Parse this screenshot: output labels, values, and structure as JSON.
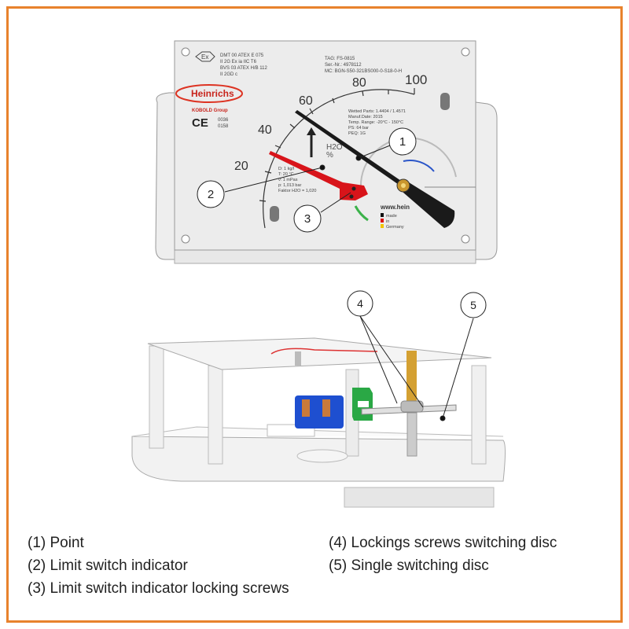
{
  "dial": {
    "approval_lines": [
      "DMT 00 ATEX E 075",
      "II 2G Ex ia IIC T6",
      "BVS 03 ATEX H/B 112",
      "II 2GD c"
    ],
    "tag_lines": [
      "TAG: FS-0815",
      "Ser.-Nr.: 4978112",
      "MC: BGN-S50-321BS000-0-S18-0-H"
    ],
    "brand": "Heinrichs",
    "brand_sub": "KOBOLD Group",
    "ce_numbers": [
      "0036",
      "0158"
    ],
    "scale_labels": [
      "20",
      "40",
      "60",
      "80",
      "100"
    ],
    "unit_lines": [
      "H2O",
      "%"
    ],
    "spec_lines": [
      "Wetted Parts: 1.4404 / 1.4571",
      "Manuf.Date: 2015",
      "Temp. Range: -20°C - 150°C",
      "PS: 64 bar",
      "PEQ: 1G"
    ],
    "medium_lines": [
      "D: 1 kg/l",
      "T: 20 °C",
      "ν: 1 mPas",
      "p: 1,013 bar",
      "Faktor H2O = 1,020"
    ],
    "website": "www.hein",
    "made_in": [
      "made",
      "in",
      "Germany"
    ]
  },
  "callouts": [
    "1",
    "2",
    "3",
    "4",
    "5"
  ],
  "legend": [
    "(1) Point",
    "(2) Limit switch indicator",
    "(3) Limit switch indicator locking screws",
    "(4) Lockings screws switching disc",
    "(5) Single switching disc"
  ],
  "colors": {
    "border": "#e8822c",
    "pointer": "#1a1a1a",
    "limit_indicator": "#d8141a",
    "switch": "#1e4fd0",
    "sensor": "#2aa845",
    "shaft": "#d4a032"
  }
}
